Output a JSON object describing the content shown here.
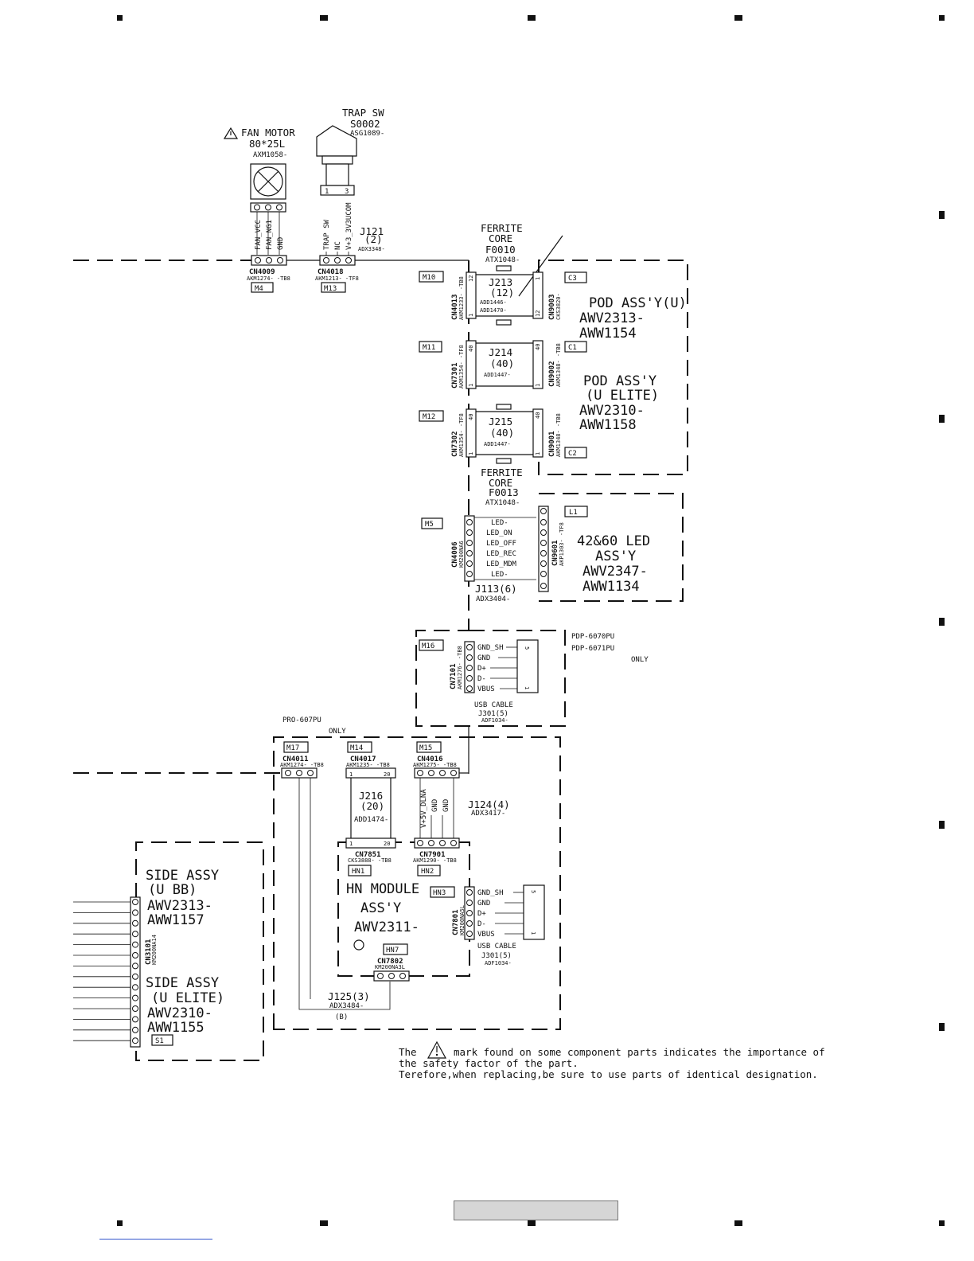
{
  "fan": {
    "warning_icon": "warning-triangle-icon",
    "title": "FAN MOTOR",
    "size": "80*25L",
    "part": "AXM1058-",
    "pins": [
      "FAN_VCC",
      "FAN_NG1",
      "GND"
    ]
  },
  "trap": {
    "title": "TRAP SW",
    "ref": "S0002",
    "part": "ASG1089-",
    "pin_left": "1",
    "pin_right": "3",
    "pins": [
      "TRAP SW",
      "NC",
      "V+3_3V3UCOM"
    ]
  },
  "j121": {
    "name": "J121",
    "count": "(2)",
    "part": "ADX3348-"
  },
  "cn4009": {
    "name": "CN4009",
    "part": "AKM1274- -TB8",
    "board": "M4"
  },
  "cn4018": {
    "name": "CN4018",
    "part": "AKM1213- -TF8",
    "board": "M13"
  },
  "ferrite_top": {
    "l1": "FERRITE",
    "l2": "CORE",
    "l3": "F0010",
    "l4": "ATX1048-"
  },
  "ferrite_bottom": {
    "l1": "FERRITE",
    "l2": "CORE",
    "l3": "F0013",
    "l4": "ATX1048-"
  },
  "j213": {
    "name": "J213",
    "count": "(12)",
    "part1": "ADD1446-",
    "part2": "ADD1470-",
    "left_board": "M10",
    "left_cn": "CN4013",
    "left_part": "AKM1233- -TB8",
    "right_board": "C3",
    "right_cn": "CN9003",
    "right_part": "CKS3820-",
    "pin_hi": "12",
    "pin_lo": "1"
  },
  "j214": {
    "name": "J214",
    "count": "(40)",
    "part": "ADD1447-",
    "left_board": "M11",
    "left_cn": "CN7301",
    "left_part": "AKM1354- -TF8",
    "right_board": "C1",
    "right_cn": "CN9002",
    "right_part": "AKM1348- -TB8",
    "pin_hi": "40",
    "pin_lo": "1"
  },
  "j215": {
    "name": "J215",
    "count": "(40)",
    "part": "ADD1447-",
    "left_board": "M12",
    "left_cn": "CN7302",
    "left_part": "AKM1354- -TF8",
    "right_board": "C2",
    "right_cn": "CN9001",
    "right_part": "AKM1348- -TB8",
    "pin_hi": "40",
    "pin_lo": "1"
  },
  "pod_u": {
    "l1": "POD ASS'Y(U)",
    "l2": "AWV2313-",
    "l3": "AWW1154"
  },
  "pod_elite": {
    "l1": "POD ASS'Y",
    "l2": "(U ELITE)",
    "l3": "AWV2310-",
    "l4": "AWW1158"
  },
  "led": {
    "board": "M5",
    "cn": "CN4006",
    "cn_part": "KM200NA6",
    "signals": [
      "LED-",
      "LED_ON",
      "LED_OFF",
      "LED_REC",
      "LED_MDM",
      "LED-"
    ],
    "j_name": "J113(6)",
    "j_part": "ADX3404-",
    "right_board": "L1",
    "right_cn": "CN9601",
    "right_part": "AKP1303- -TF8",
    "assy_l1": "42&60 LED",
    "assy_l2": "ASS'Y",
    "assy_l3": "AWV2347-",
    "assy_l4": "AWW1134"
  },
  "pdp_note": {
    "l1": "PDP-6070PU",
    "l2": "PDP-6071PU",
    "l3": "ONLY"
  },
  "usb_top": {
    "board": "M16",
    "cn": "CN7101",
    "cn_part": "AKM1276- -TB8",
    "signals": [
      "GND_SH",
      "GND",
      "D+",
      "D-",
      "VBUS"
    ],
    "pin_hi": "5",
    "pin_lo": "1",
    "l1": "USB CABLE",
    "l2": "J301(5)",
    "l3": "ADF1034-"
  },
  "pro_note": {
    "l1": "PRO-607PU",
    "l2": "ONLY"
  },
  "cn4011": {
    "board": "M17",
    "name": "CN4011",
    "part": "AKM1274- -TB8"
  },
  "cn4017": {
    "board": "M14",
    "name": "CN4017",
    "part": "AKM1235- -TB8",
    "pin_lo": "1",
    "pin_hi": "20"
  },
  "cn4016": {
    "board": "M15",
    "name": "CN4016",
    "part": "AKM1275- -TB8"
  },
  "j216": {
    "name": "J216",
    "count": "(20)",
    "part": "ADD1474-"
  },
  "j124": {
    "pins": [
      "V+5V_DLNA",
      "GND",
      "GND"
    ],
    "name": "J124(4)",
    "part": "ADX3417-"
  },
  "cn7851": {
    "board": "HN1",
    "name": "CN7851",
    "part": "CKS3888- -TB8",
    "pin_lo": "1",
    "pin_hi": "20"
  },
  "cn7901": {
    "board": "HN2",
    "name": "CN7901",
    "part": "AKM1290- -TB8"
  },
  "hn_module": {
    "l1": "HN MODULE",
    "l2": "ASS'Y",
    "l3": "AWV2311-"
  },
  "usb_bottom": {
    "board": "HN3",
    "cn": "CN7801",
    "cn_part": "KM200NA5L",
    "signals": [
      "GND_SH",
      "GND",
      "D+",
      "D-",
      "VBUS"
    ],
    "pin_hi": "5",
    "pin_lo": "1",
    "l1": "USB CABLE",
    "l2": "J301(5)",
    "l3": "ADF1034-"
  },
  "cn7802": {
    "board": "HN7",
    "name": "CN7802",
    "part": "KM200NA3L"
  },
  "j125": {
    "name": "J125(3)",
    "part": "ADX3484-",
    "tag": "(B)"
  },
  "side": {
    "cn": "CN3101",
    "cn_part": "KM200NA14",
    "board": "S1",
    "a_l1": "SIDE ASSY",
    "a_l2": "(U BB)",
    "a_l3": "AWV2313-",
    "a_l4": "AWW1157",
    "b_l1": "SIDE ASSY",
    "b_l2": "(U ELITE)",
    "b_l3": "AWV2310-",
    "b_l4": "AWW1155"
  },
  "note": {
    "pre": "The",
    "warning_icon": "warning-triangle-icon",
    "l1": "mark found on some component parts indicates the importance of",
    "l2": "the safety factor of the part.",
    "l3": "Terefore,when replacing,be sure to use parts of identical designation."
  }
}
